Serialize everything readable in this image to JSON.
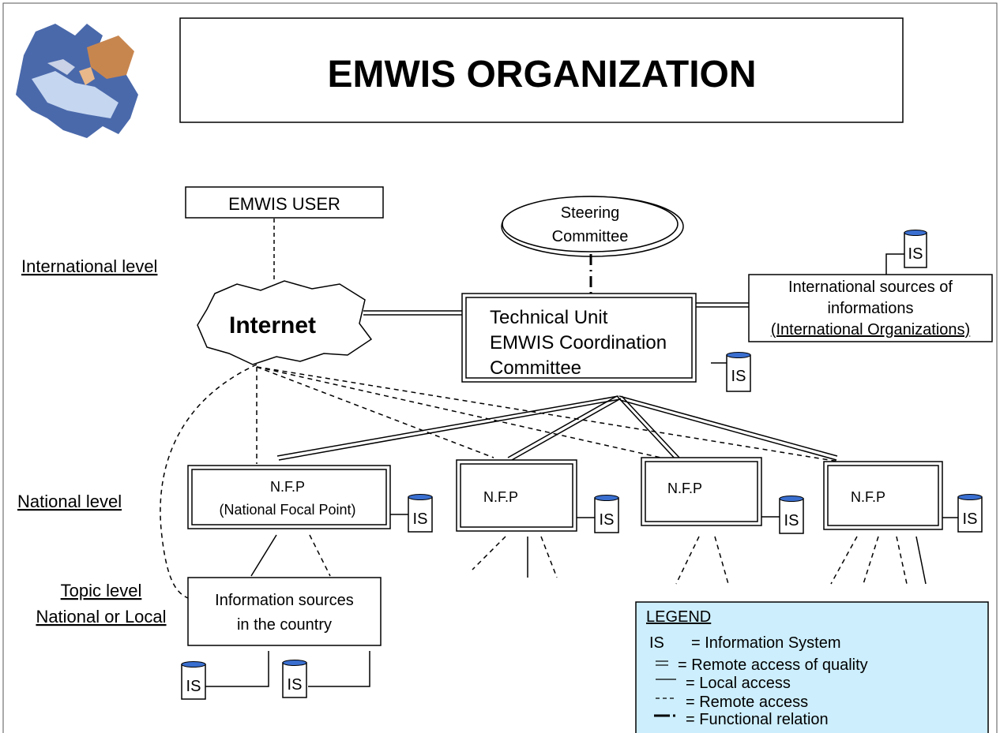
{
  "title": "EMWIS ORGANIZATION",
  "nodes": {
    "user": "EMWIS USER",
    "internet": "Internet",
    "steering": [
      "Steering",
      "Committee"
    ],
    "technical_unit": [
      "Technical Unit",
      "EMWIS Coordination",
      "Committee"
    ],
    "intl_sources": [
      "International sources of",
      "informations",
      "(International Organizations)"
    ],
    "nfp_main": [
      "N.F.P",
      "(National Focal Point)"
    ],
    "nfp": "N.F.P",
    "info_sources": [
      "Information sources",
      "in the country"
    ],
    "is": "IS"
  },
  "levels": {
    "international": "International level",
    "national": "National level",
    "topic": [
      "Topic level",
      "National or Local"
    ]
  },
  "legend": {
    "title": "LEGEND",
    "items": [
      {
        "symbol": "IS",
        "text": "= Information System"
      },
      {
        "symbol": "double-line",
        "text": "= Remote access of quality"
      },
      {
        "symbol": "solid-line",
        "text": "= Local access"
      },
      {
        "symbol": "dashed-line",
        "text": "= Remote access"
      },
      {
        "symbol": "dash-dot-line",
        "text": "= Functional relation"
      }
    ]
  },
  "colors": {
    "legend_bg": "#cdeefc",
    "db_top": "#3a6fd0"
  }
}
